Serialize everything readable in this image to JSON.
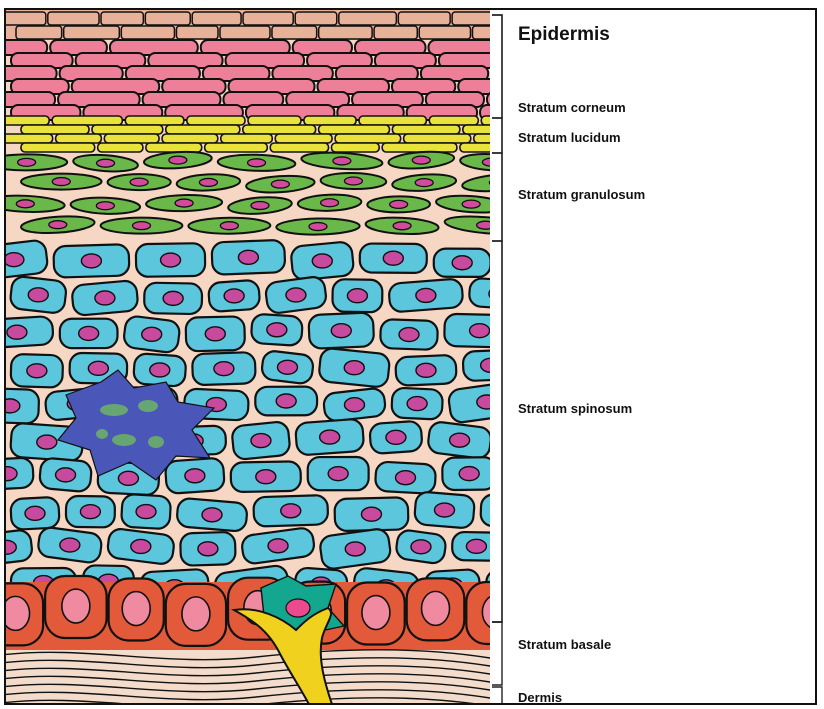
{
  "diagram": {
    "title": "Epidermis",
    "layers": [
      {
        "id": "corneum",
        "label": "Stratum corneum"
      },
      {
        "id": "lucidum",
        "label": "Stratum lucidum"
      },
      {
        "id": "granulosum",
        "label": "Stratum granulosum"
      },
      {
        "id": "spinosum",
        "label": "Stratum spinosum"
      },
      {
        "id": "basale",
        "label": "Stratum basale"
      }
    ],
    "base_label": "Dermis",
    "colors": {
      "outline": "#111111",
      "background": "#f6d7c3",
      "corneum_top": "#e8b29a",
      "corneum": "#ee7f99",
      "lucidum": "#e8e23a",
      "granulosum": "#6bb84a",
      "granulosum_nucleus": "#d14a9c",
      "spinosum": "#5cc6dc",
      "spinosum_nucleus": "#c84a9f",
      "langerhans": "#4a56b8",
      "langerhans_inner": "#67a572",
      "basale": "#e25a3a",
      "basale_nucleus": "#f08aa0",
      "melanocyte": "#13a78f",
      "nerve": "#f0d21e",
      "dermis": "#f3dccb"
    }
  }
}
